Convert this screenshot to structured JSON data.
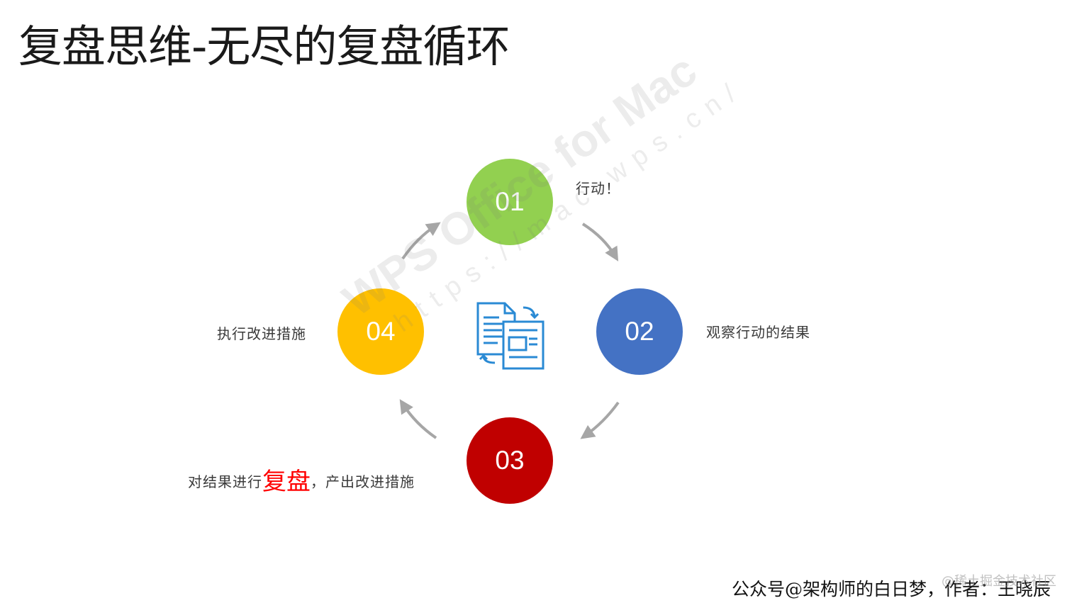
{
  "slide": {
    "title": "复盘思维-无尽的复盘循环",
    "center_icon": "document-transfer-icon",
    "steps": [
      {
        "number": "01",
        "label": "行动！",
        "color": "#92d050"
      },
      {
        "number": "02",
        "label": "观察行动的结果",
        "color": "#4472c4"
      },
      {
        "number": "03",
        "label_before": "对结果进行",
        "label_emphasis": "复盘",
        "label_after": "，产出改进措施",
        "color": "#c00000",
        "emphasis_color": "#ff0000"
      },
      {
        "number": "04",
        "label": "执行改进措施",
        "color": "#ffc000"
      }
    ],
    "arrow_color": "#a6a6a6"
  },
  "watermark": {
    "main": "WPS Office for Mac",
    "url": "https://mac.wps.cn/"
  },
  "footer": {
    "text": "公众号@架构师的白日梦，作者：王晓辰",
    "corner_watermark": "@稀土掘金技术社区"
  }
}
